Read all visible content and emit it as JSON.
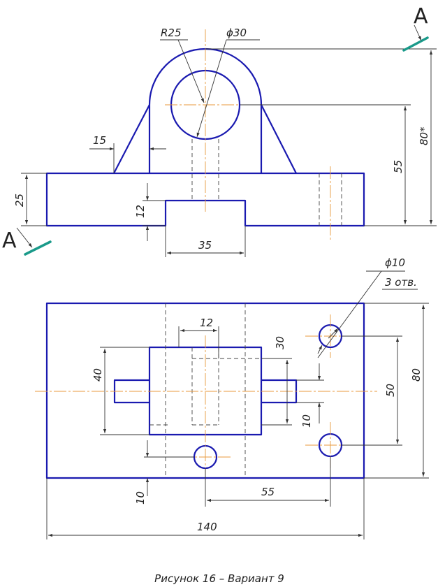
{
  "section_label": "A",
  "front_view": {
    "dims": {
      "r25": "R25",
      "d30": "ϕ30",
      "w15": "15",
      "h25": "25",
      "h12": "12",
      "w35": "35",
      "h55": "55",
      "h80": "80*"
    }
  },
  "top_view": {
    "dims": {
      "hole_dia": "ϕ10",
      "hole_count": "3 отв.",
      "w12": "12",
      "h30": "30",
      "h40": "40",
      "h50": "50",
      "h80": "80",
      "h10a": "10",
      "h10b": "10",
      "w55": "55",
      "w140": "140"
    }
  },
  "caption": "Рисунок 16 – Вариант 9",
  "colors": {
    "outline": "#1a1ab0",
    "center_line": "#e89a3c",
    "section_mark": "#1a9a8a"
  }
}
